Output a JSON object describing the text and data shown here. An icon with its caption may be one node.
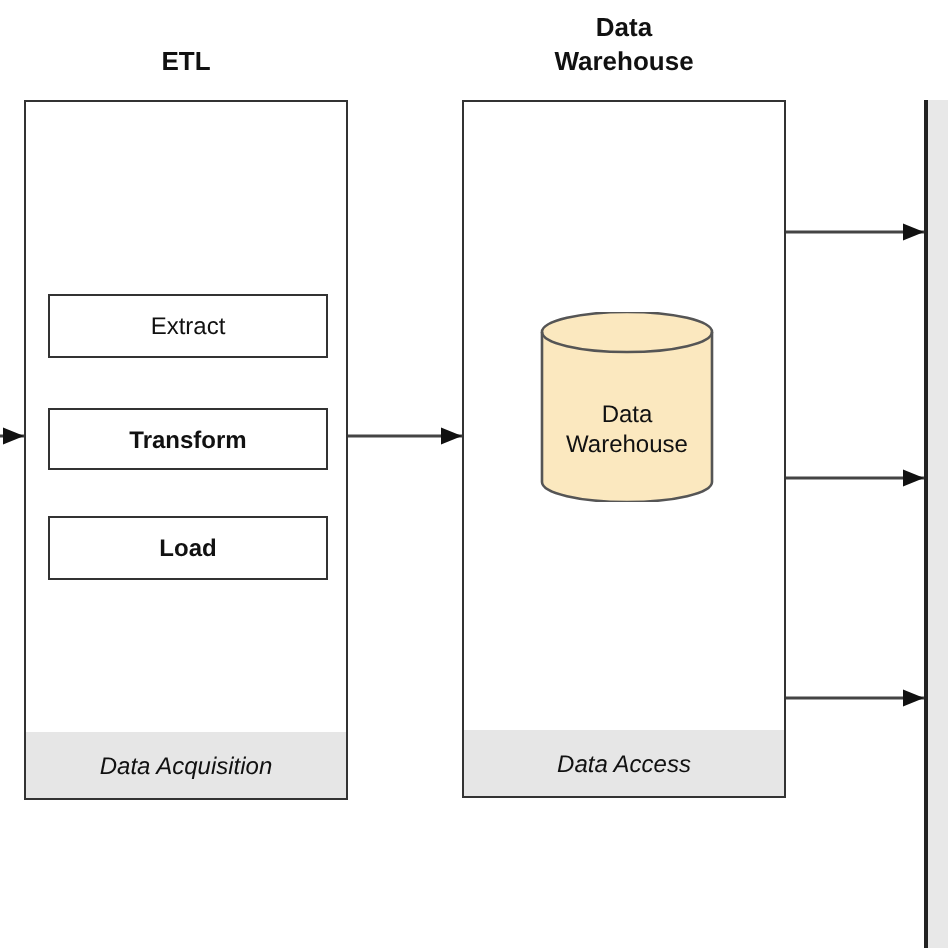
{
  "diagram": {
    "nodes": [
      {
        "text": [
          "ETL"
        ]
      },
      {
        "text": [
          "Extract"
        ],
        "in": 0
      },
      {
        "text": [
          "Transform"
        ],
        "in": 0
      },
      {
        "text": [
          "Load"
        ],
        "in": 0
      },
      {
        "text": [
          "Data Acquisition"
        ],
        "in": 0
      },
      {
        "text": [
          "Data Warehouse"
        ]
      },
      {
        "text": [
          "Data Warehouse"
        ],
        "in": 5
      },
      {
        "text": [
          "Data Access"
        ],
        "in": 5
      },
      {
        "text": [],
        "shape": "box"
      }
    ],
    "edges": [
      {
        "from": null,
        "to": 0,
        "arrow": "to"
      },
      {
        "from": 0,
        "to": 5,
        "arrow": "to"
      },
      {
        "from": 5,
        "to": 8,
        "arrow": "to"
      },
      {
        "from": 5,
        "to": 8,
        "arrow": "to"
      },
      {
        "from": 5,
        "to": 8,
        "arrow": "to"
      }
    ]
  }
}
